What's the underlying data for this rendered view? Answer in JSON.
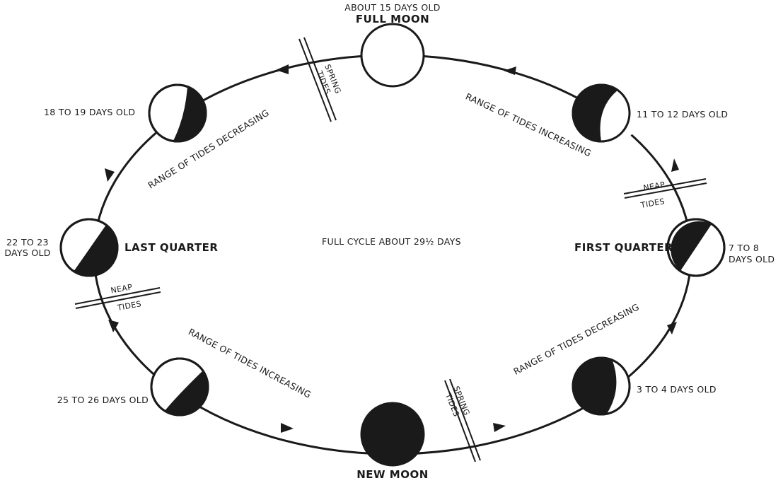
{
  "title": "FULL CYCLE ABOUT 29½ DAYS",
  "phases": {
    "full_moon": {
      "name": "FULL MOON",
      "age": "ABOUT 15 DAYS OLD"
    },
    "new_moon": {
      "name": "NEW MOON"
    },
    "first_quarter": {
      "name": "FIRST QUARTER",
      "age_line1": "7 TO 8",
      "age_line2": "DAYS OLD"
    },
    "last_quarter": {
      "name": "LAST QUARTER",
      "age_line1": "22 TO 23",
      "age_line2": "DAYS OLD"
    },
    "gibbous_11_12": {
      "age": "11 TO 12 DAYS OLD"
    },
    "gibbous_18_19": {
      "age": "18 TO 19 DAYS OLD"
    },
    "crescent_3_4": {
      "age": "3 TO 4 DAYS OLD"
    },
    "crescent_25_26": {
      "age": "25 TO 26 DAYS OLD"
    }
  },
  "tides": {
    "spring_top_line1": "SPRING",
    "spring_top_line2": "TIDES",
    "spring_bottom_line1": "SPRING",
    "spring_bottom_line2": "TIDES",
    "neap_right_line1": "NEAP",
    "neap_right_line2": "TIDES",
    "neap_left_line1": "NEAP",
    "neap_left_line2": "TIDES"
  },
  "ranges": {
    "top_right": "RANGE OF TIDES INCREASING",
    "top_left": "RANGE OF TIDES DECREASING",
    "bottom_left": "RANGE OF TIDES INCREASING",
    "bottom_right": "RANGE OF TIDES DECREASING"
  }
}
